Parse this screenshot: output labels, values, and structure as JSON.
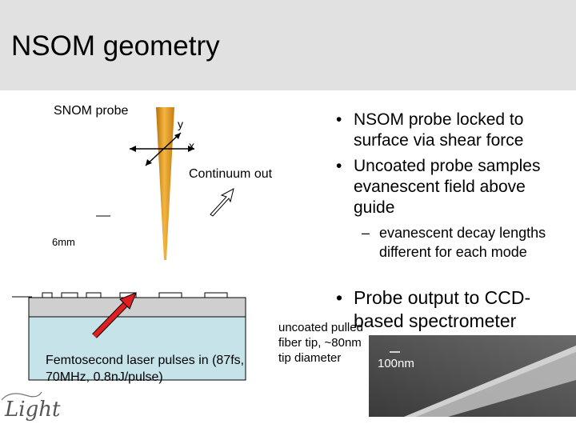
{
  "slide": {
    "title": "NSOM geometry"
  },
  "diagram": {
    "probe_label": "SNOM probe",
    "axis_y": "y",
    "axis_x": "x",
    "continuum_label": "Continuum out",
    "scale_label": "6mm",
    "laser_label": "Femtosecond laser pulses in (87fs, 70MHz, 0.8nJ/pulse)",
    "tip_label": "uncoated pulled fiber tip, ~80nm tip diameter",
    "sem_scale": "100nm",
    "colors": {
      "probe": "#e59a1c",
      "substrate": "#c6e3ea",
      "film": "#cfcfcf",
      "laser": "#e02020"
    }
  },
  "bullets": {
    "b1": "NSOM probe locked to surface via shear force",
    "b2": "Uncoated probe samples evanescent field above guide",
    "s1": "evanescent decay lengths different for each mode",
    "b3": "Probe output to CCD-based spectrometer",
    "bullet_char": "•",
    "dash_char": "–"
  },
  "logo": {
    "icon": "light-logo-icon"
  }
}
